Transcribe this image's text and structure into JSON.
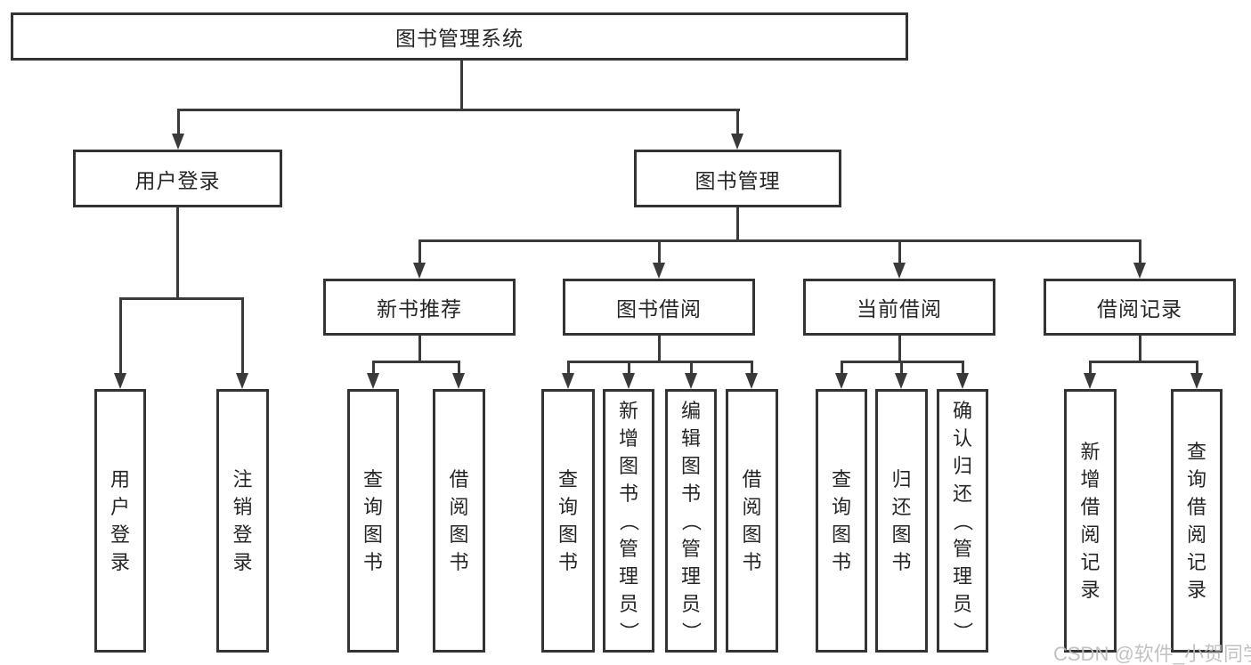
{
  "diagram": {
    "title": "图书管理系统",
    "root": {
      "label": "图书管理系统"
    },
    "branches": [
      {
        "label": "用户登录",
        "children": [
          {
            "label": "用户登录"
          },
          {
            "label": "注销登录"
          }
        ]
      },
      {
        "label": "图书管理",
        "children": [
          {
            "label": "新书推荐",
            "children": [
              {
                "label": "查询图书"
              },
              {
                "label": "借阅图书"
              }
            ]
          },
          {
            "label": "图书借阅",
            "children": [
              {
                "label": "查询图书"
              },
              {
                "label": "新增图书（管理员）"
              },
              {
                "label": "编辑图书（管理员）"
              },
              {
                "label": "借阅图书"
              }
            ]
          },
          {
            "label": "当前借阅",
            "children": [
              {
                "label": "查询图书"
              },
              {
                "label": "归还图书"
              },
              {
                "label": "确认归还（管理员）"
              }
            ]
          },
          {
            "label": "借阅记录",
            "children": [
              {
                "label": "新增借阅记录"
              },
              {
                "label": "查询借阅记录"
              }
            ]
          }
        ]
      }
    ],
    "watermark": "CSDN @软件_小贺同学",
    "colors": {
      "line": "#3a3a3a",
      "border": "#333333",
      "text": "#262626",
      "watermark": "#bdbdbd",
      "background": "#ffffff"
    }
  }
}
